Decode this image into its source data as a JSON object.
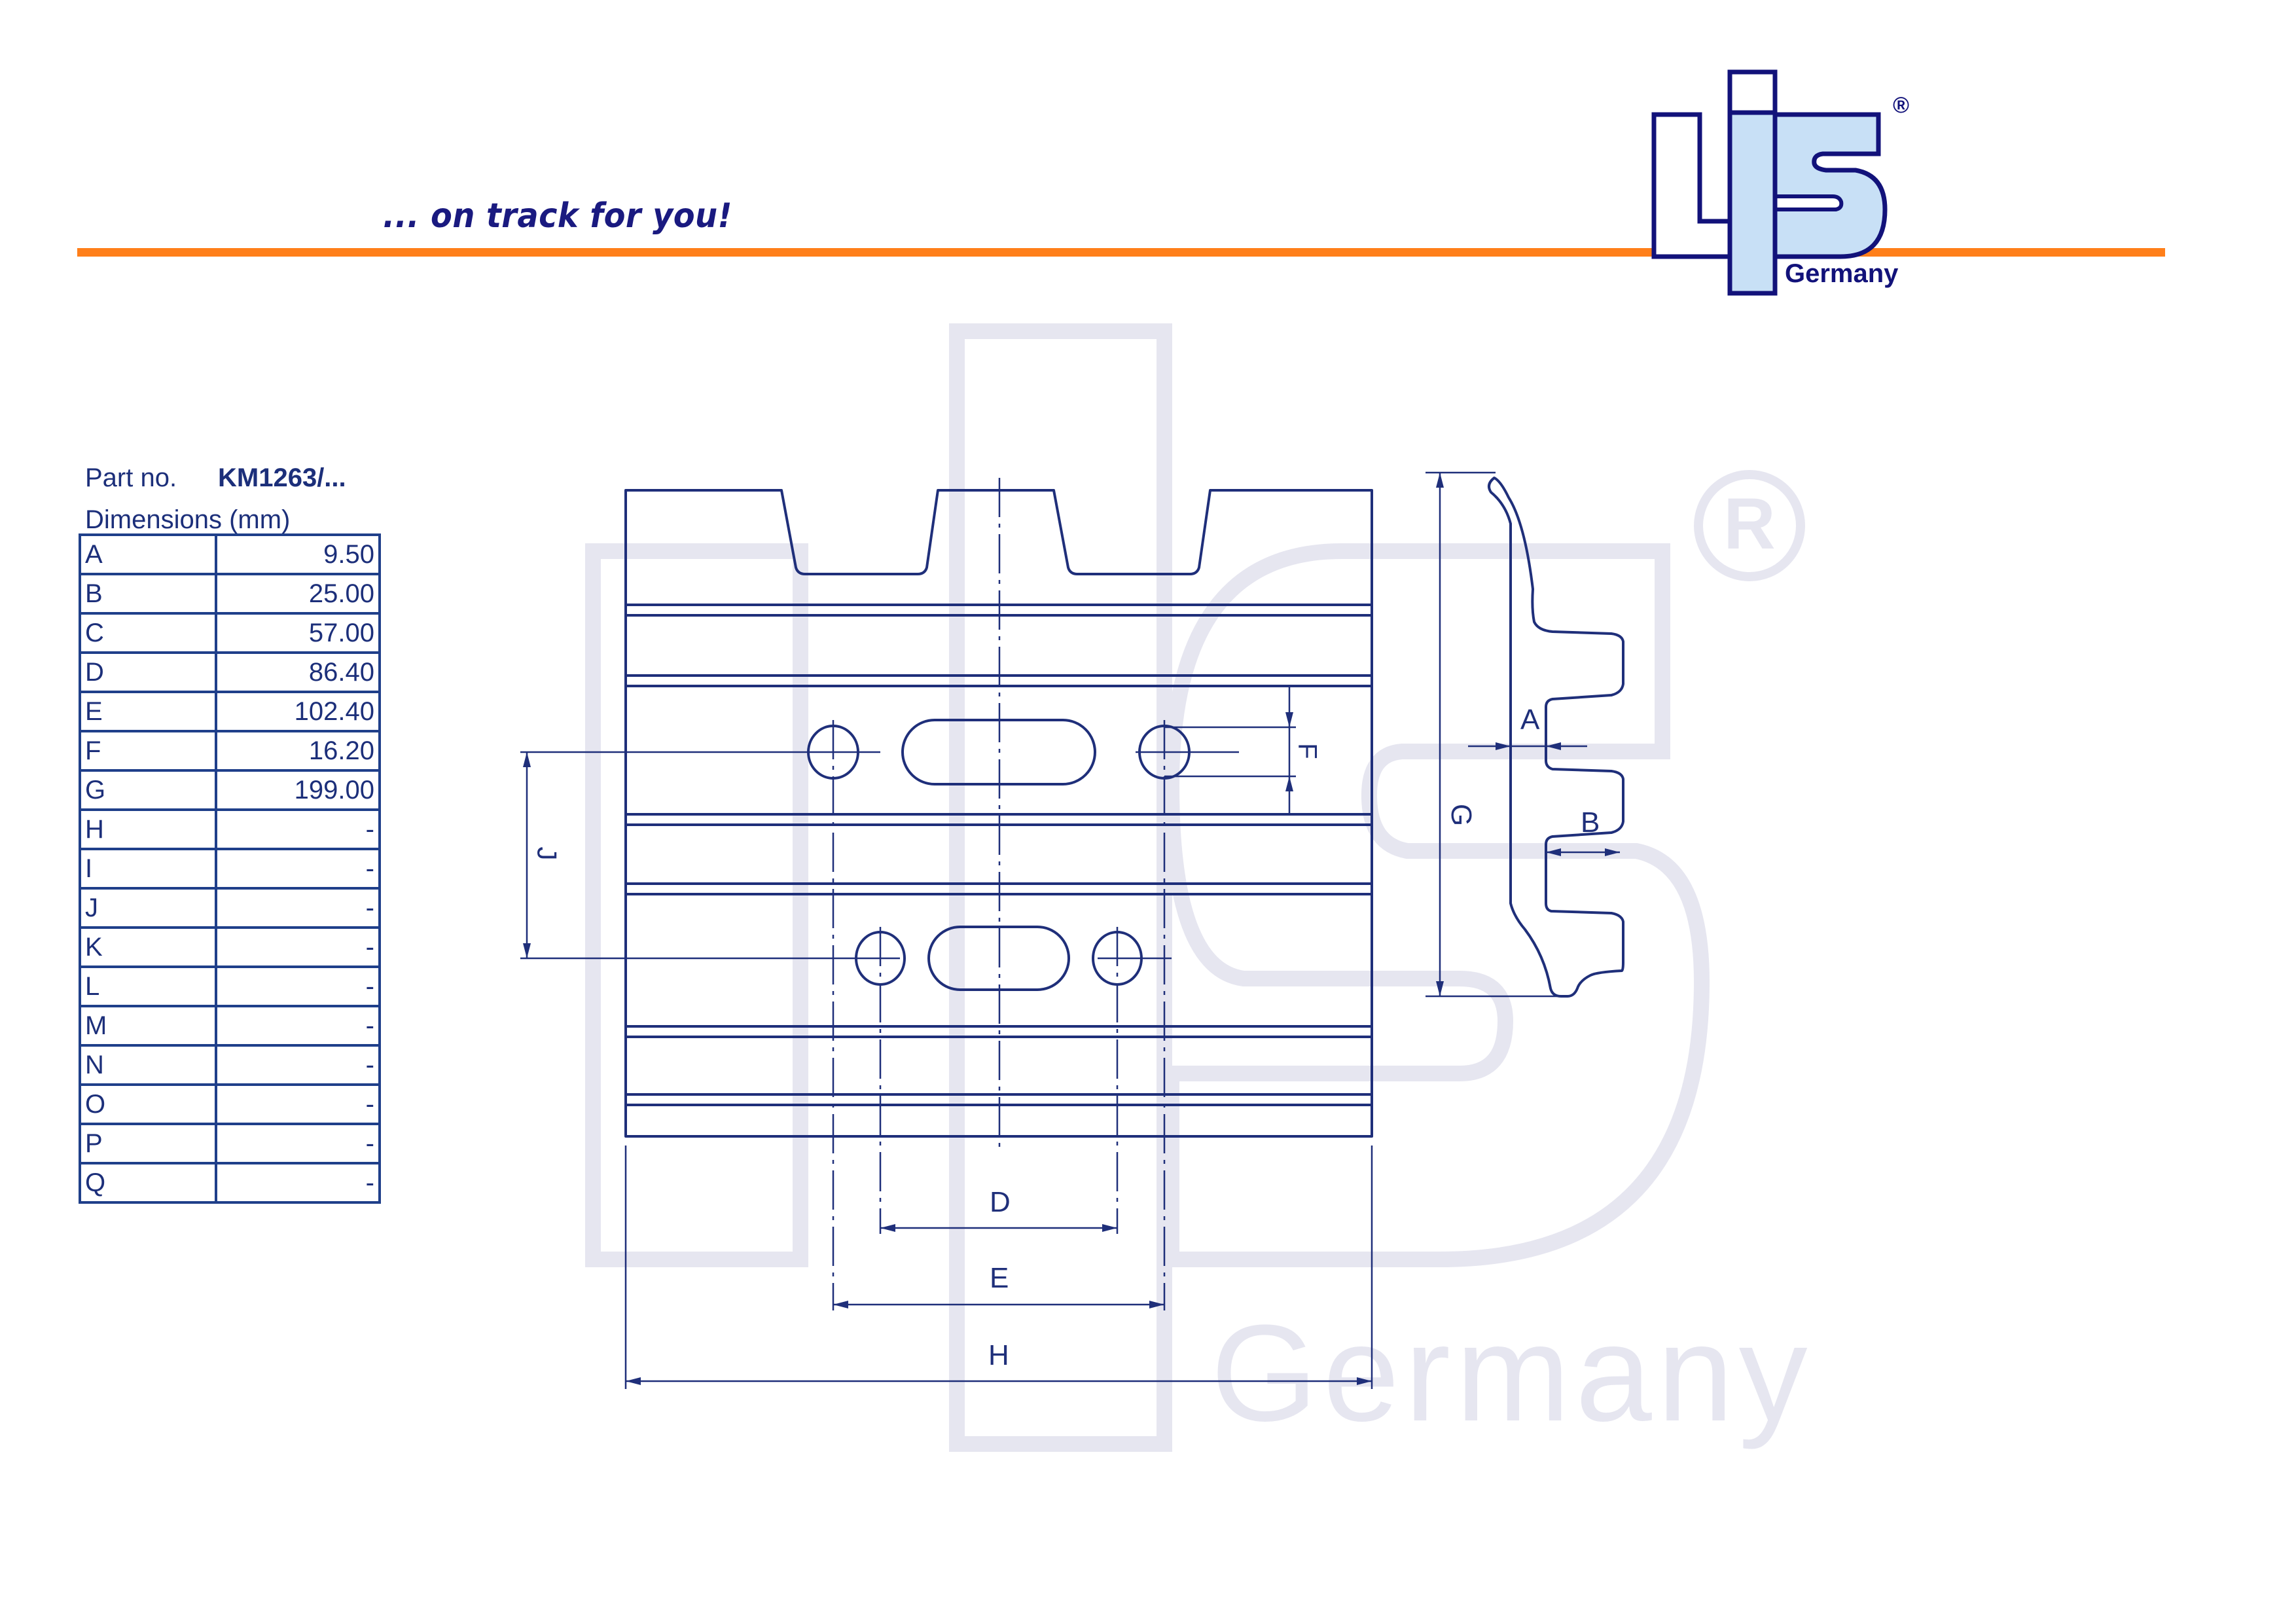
{
  "header": {
    "tagline": "... on track for you!",
    "logo": {
      "letters": "LIS",
      "subtitle": "Germany",
      "registered_mark": "®"
    }
  },
  "part": {
    "label": "Part no.",
    "value": "KM1263/..."
  },
  "dimensions": {
    "title": "Dimensions (mm)",
    "rows": [
      {
        "key": "A",
        "value": "9.50"
      },
      {
        "key": "B",
        "value": "25.00"
      },
      {
        "key": "C",
        "value": "57.00"
      },
      {
        "key": "D",
        "value": "86.40"
      },
      {
        "key": "E",
        "value": "102.40"
      },
      {
        "key": "F",
        "value": "16.20"
      },
      {
        "key": "G",
        "value": "199.00"
      },
      {
        "key": "H",
        "value": "-"
      },
      {
        "key": "I",
        "value": "-"
      },
      {
        "key": "J",
        "value": "-"
      },
      {
        "key": "K",
        "value": "-"
      },
      {
        "key": "L",
        "value": "-"
      },
      {
        "key": "M",
        "value": "-"
      },
      {
        "key": "N",
        "value": "-"
      },
      {
        "key": "O",
        "value": "-"
      },
      {
        "key": "P",
        "value": "-"
      },
      {
        "key": "Q",
        "value": "-"
      }
    ]
  },
  "drawing": {
    "labels": {
      "A": "A",
      "B": "B",
      "D": "D",
      "E": "E",
      "F": "F",
      "G": "G",
      "H": "H",
      "J": "J"
    },
    "watermark": {
      "text": "Germany",
      "registered_mark": "®"
    }
  },
  "colors": {
    "brand_navy": "#1a1a80",
    "line_blue": "#1f2f7a",
    "accent_orange": "#ff7f1a",
    "logo_fill": "#c8e0f6",
    "watermark": "#e6e6f0"
  }
}
